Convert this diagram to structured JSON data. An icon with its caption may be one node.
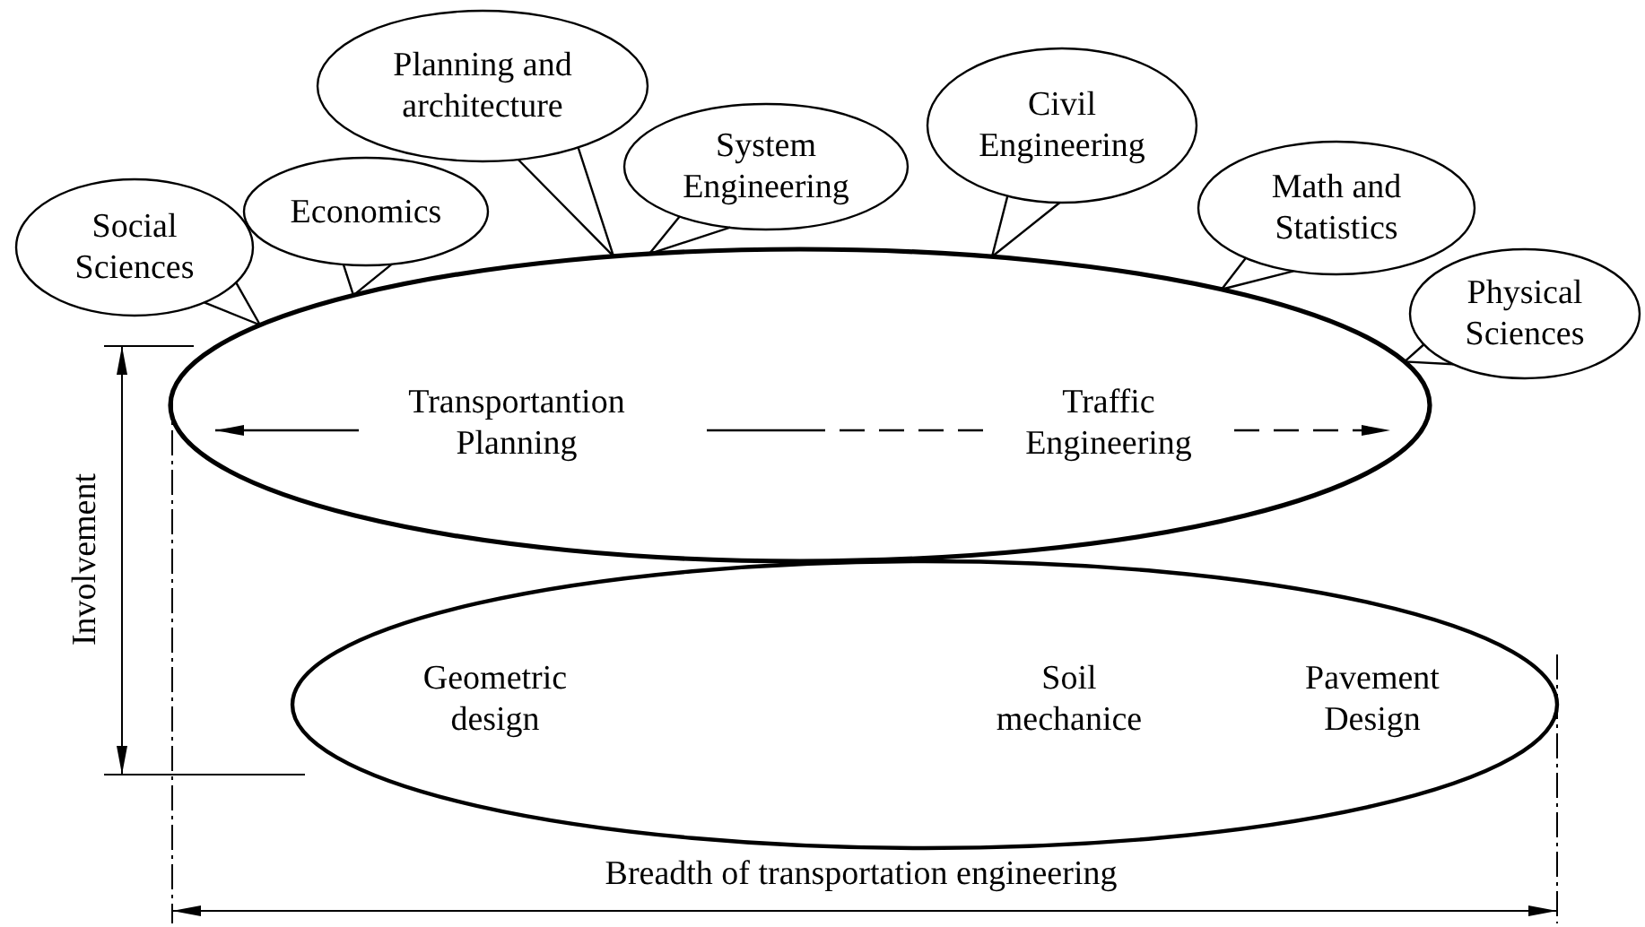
{
  "diagram": {
    "nodes": [
      {
        "text": [
          "Transportantion Planning",
          "Traffic Engineering"
        ]
      },
      {
        "text": [
          "Geometric design",
          "Soil mechanice",
          "Pavement Design"
        ]
      },
      {
        "text": [
          "Social Sciences"
        ]
      },
      {
        "text": [
          "Economics"
        ]
      },
      {
        "text": [
          "Planning and architecture"
        ]
      },
      {
        "text": [
          "System Engineering"
        ]
      },
      {
        "text": [
          "Civil Engineering"
        ]
      },
      {
        "text": [
          "Math and Statistics"
        ]
      },
      {
        "text": [
          "Physical Sciences"
        ]
      }
    ],
    "edges": [
      {
        "from": 2,
        "to": 0,
        "arrow": "none"
      },
      {
        "from": 3,
        "to": 0,
        "arrow": "none"
      },
      {
        "from": 4,
        "to": 0,
        "arrow": "none"
      },
      {
        "from": 5,
        "to": 0,
        "arrow": "none"
      },
      {
        "from": 6,
        "to": 0,
        "arrow": "none"
      },
      {
        "from": 7,
        "to": 0,
        "arrow": "none"
      },
      {
        "from": 8,
        "to": 0,
        "arrow": "none"
      }
    ],
    "labels": [
      "Involvement",
      "Breadth of transportation engineering"
    ]
  }
}
